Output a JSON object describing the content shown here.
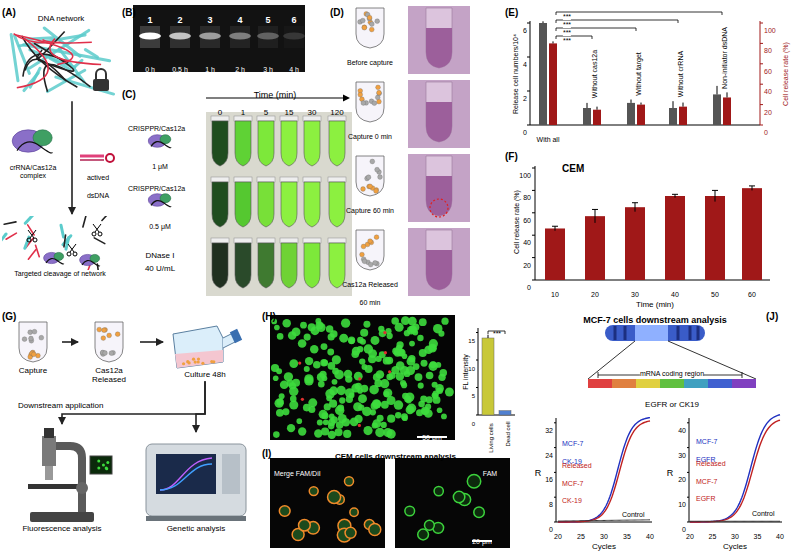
{
  "diagram": {
    "nodes": [
      {
        "text": [
          "DNA network"
        ]
      },
      {
        "text": [
          "crRNA/Cas12a complex"
        ]
      },
      {
        "text": [
          "Targeted cleavage of network"
        ]
      },
      {
        "text": [
          "Capture"
        ]
      },
      {
        "text": [
          "Cas12a Released"
        ]
      },
      {
        "text": [
          "Culture 48h"
        ]
      },
      {
        "text": [
          "Fluorescence analysis"
        ]
      },
      {
        "text": [
          "Genetic analysis"
        ]
      }
    ],
    "edges": [
      {
        "from": 0,
        "to": 2,
        "arrow": "to"
      },
      {
        "from": 3,
        "to": 4,
        "arrow": "to"
      },
      {
        "from": 4,
        "to": 5,
        "arrow": "to"
      },
      {
        "from": 5,
        "to": 6,
        "arrow": "to"
      },
      {
        "from": 5,
        "to": 7,
        "arrow": "to"
      }
    ],
    "labels": [
      "(A)",
      "(B)",
      "(C)",
      "(D)",
      "(E)",
      "(F)",
      "(G)",
      "(H)",
      "(I)",
      "(J)",
      "actived dsDNA",
      "1",
      "2",
      "3",
      "4",
      "5",
      "6",
      "0 h",
      "0.5 h",
      "1 h",
      "2 h",
      "3 h",
      "4 h",
      "Time (min)",
      "0",
      "1",
      "5",
      "15",
      "30",
      "120",
      "CRISPPR/Cas12a",
      "1 μM",
      "CRISPPR/Cas12a",
      "0.5 μM",
      "DNase I",
      "40 U/mL",
      "Before capture",
      "Capture 0 min",
      "Capture 60 min",
      "Cas12a Released 60 min",
      "0",
      "2",
      "4",
      "6",
      "0",
      "20",
      "40",
      "60",
      "80",
      "100",
      "Release cell numbers/10⁴",
      "Cell release rate (%)",
      "With all",
      "Without cas12a",
      "Without target",
      "Without crRNA",
      "Non-initiator dsDNA",
      "***",
      "***",
      "***",
      "***",
      "CEM",
      "Cell release rate (%)",
      "0",
      "20",
      "40",
      "60",
      "80",
      "100",
      "10",
      "20",
      "30",
      "40",
      "50",
      "60",
      "Time (min)",
      "Downstream application",
      "50 μm",
      "FL intensity",
      "Living cells",
      "Dead cell",
      "***",
      "0",
      "5",
      "10",
      "15",
      "CEM cells downstream analysis",
      "Merge FAM/DiI",
      "FAM",
      "20 μm",
      "MCF-7 cells downstream analysis",
      "mRNA coding region",
      "EGFR or CK19",
      "R",
      "32",
      "24",
      "16",
      "8",
      "0",
      "20",
      "25",
      "30",
      "35",
      "40",
      "Cycles",
      "MCF-7 CK-19",
      "Released MCF-7 CK-19",
      "Control",
      "R",
      "40",
      "30",
      "20",
      "10",
      "0",
      "20",
      "25",
      "30",
      "35",
      "40",
      "Cycles",
      "MCF-7 EGFR",
      "Released MCF-7 EGFR",
      "Control"
    ]
  }
}
